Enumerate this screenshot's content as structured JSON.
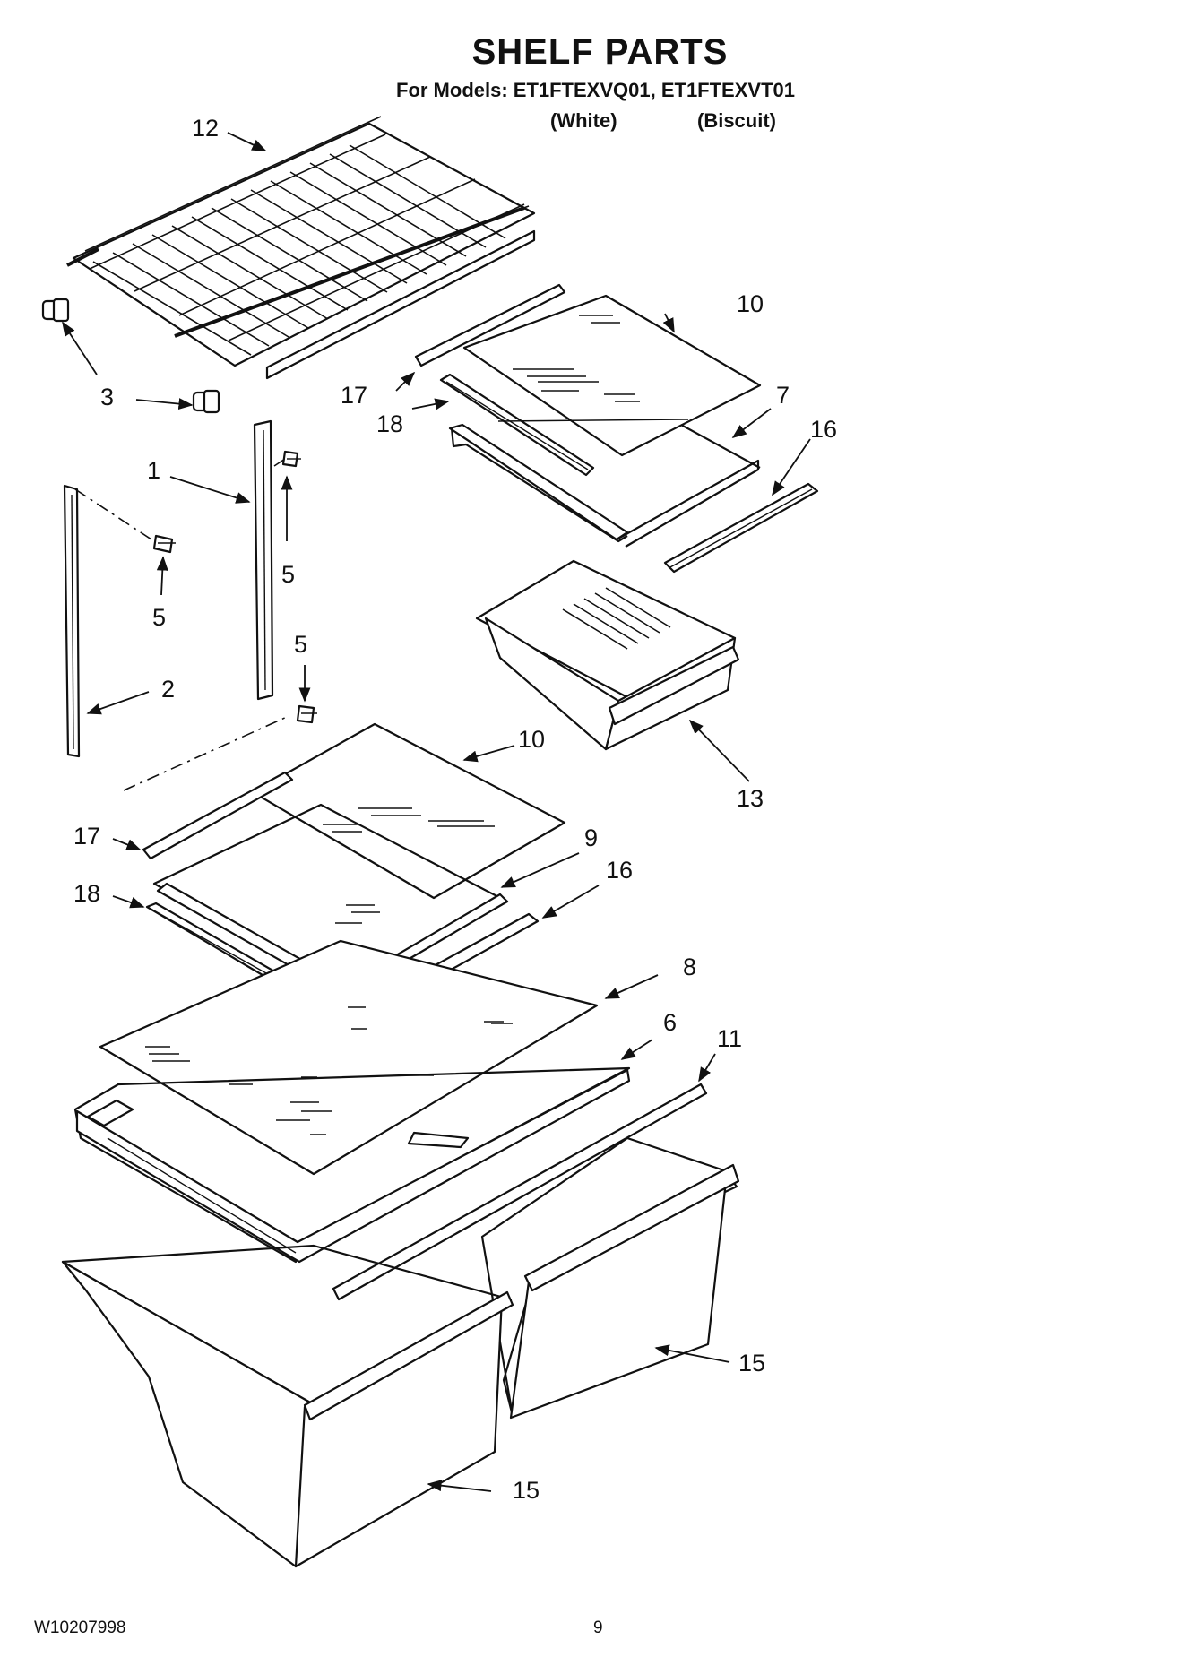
{
  "page": {
    "title": "SHELF PARTS",
    "models_line": "For Models: ET1FTEXVQ01, ET1FTEXVT01",
    "variant_1": "(White)",
    "variant_2": "(Biscuit)",
    "doc_number": "W10207998",
    "page_number": "9"
  },
  "callouts": {
    "c12": "12",
    "c3a": "3",
    "c3b": "3",
    "c10a": "10",
    "c17a": "17",
    "c18a": "18",
    "c7": "7",
    "c16a": "16",
    "c1": "1",
    "c5a": "5",
    "c5b": "5",
    "c5c": "5",
    "c2": "2",
    "c10b": "10",
    "c13": "13",
    "c17b": "17",
    "c9": "9",
    "c16b": "16",
    "c18b": "18",
    "c8": "8",
    "c6": "6",
    "c11": "11",
    "c15a": "15",
    "c15b": "15"
  }
}
